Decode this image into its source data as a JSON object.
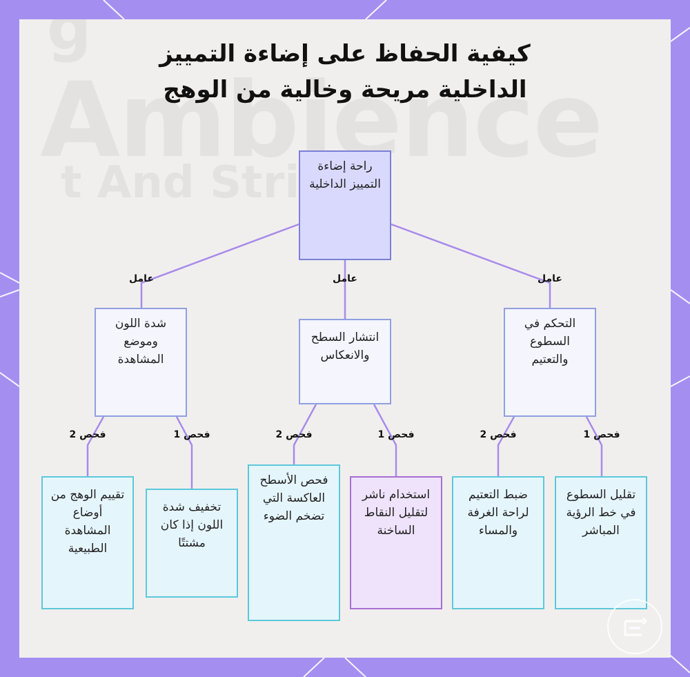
{
  "title": {
    "line1": "كيفية الحفاظ على إضاءة التمييز",
    "line2": "الداخلية مريحة وخالية من الوهج"
  },
  "background_text": {
    "word1": "Ambience",
    "word2": "t And Strip L",
    "word3": "g"
  },
  "colors": {
    "frame": "#a48ff0",
    "card": "#f1efee",
    "root_fill": "#d8d9fd",
    "root_border": "#7b7fd6",
    "mid_fill": "#f4f5fd",
    "leaf_fill": "#e5f5fc",
    "leaf_border": "#5cc8da",
    "highlight_leaf_fill": "#eee3fb",
    "highlight_leaf_border": "#a66ed3",
    "connector": "#a78bea"
  },
  "diagram": {
    "root": "راحة إضاءة التمييز الداخلية",
    "edge_label": "عامل",
    "factors": [
      {
        "label": "التحكم في السطوع والتعتيم",
        "checks": [
          {
            "edge": "فحص 1",
            "label": "تقليل السطوع في خط الرؤية المباشر"
          },
          {
            "edge": "فحص 2",
            "label": "ضبط التعتيم لراحة الغرفة والمساء"
          }
        ]
      },
      {
        "label": "انتشار السطح والانعكاس",
        "checks": [
          {
            "edge": "فحص 1",
            "label": "استخدام ناشر لتقليل النقاط الساخنة"
          },
          {
            "edge": "فحص 2",
            "label": "فحص الأسطح العاكسة التي تضخم الضوء"
          }
        ]
      },
      {
        "label": "شدة اللون وموضع المشاهدة",
        "checks": [
          {
            "edge": "فحص 1",
            "label": "تخفيف شدة اللون إذا كان مشتتًا"
          },
          {
            "edge": "فحص 2",
            "label": "تقييم الوهج من أوضاع المشاهدة الطبيعية"
          }
        ]
      }
    ]
  },
  "logo_icon": "brand-logo-icon"
}
